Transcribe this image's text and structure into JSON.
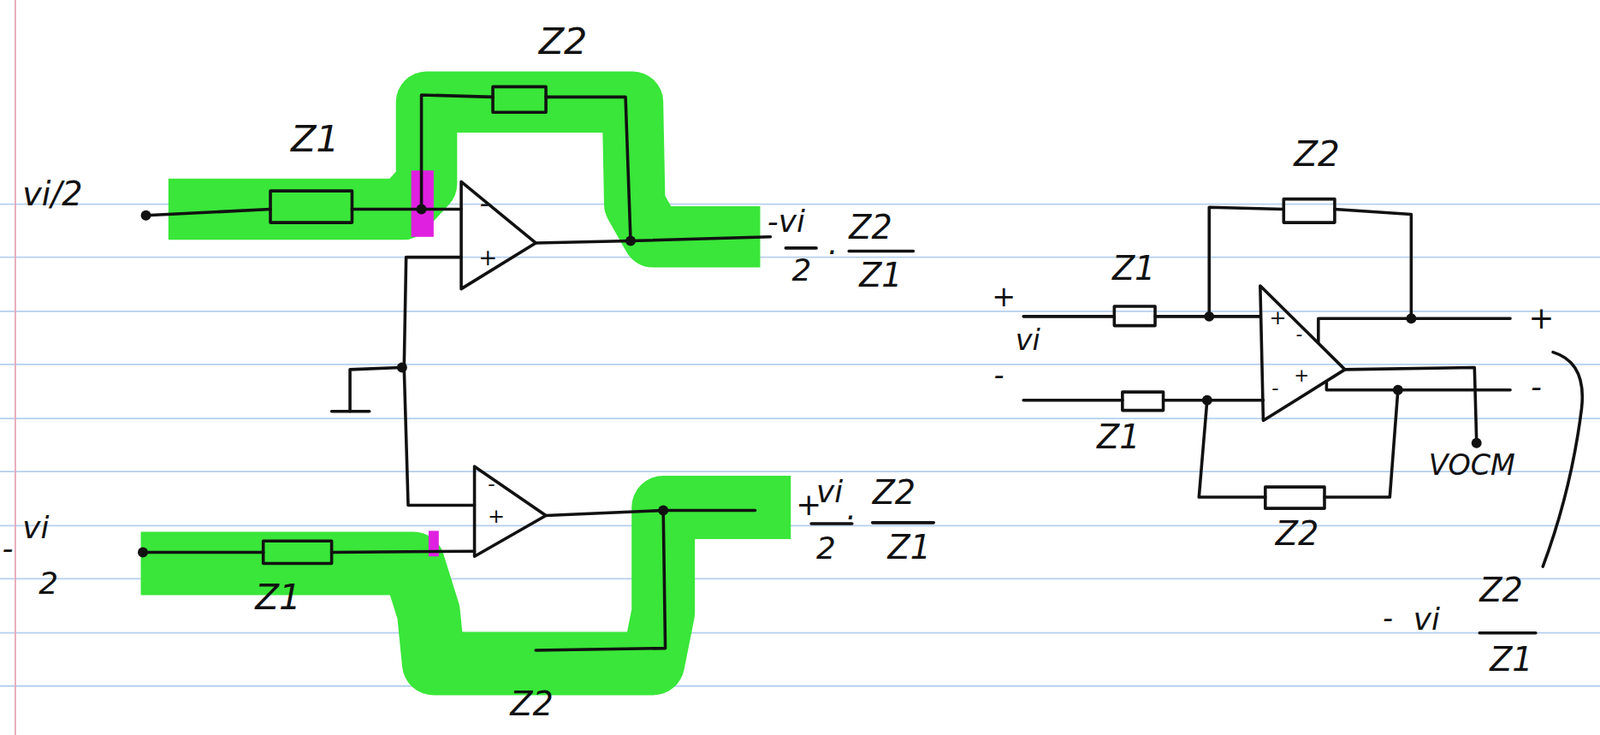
{
  "diagram": {
    "labels": [
      "Z2",
      "Z1",
      "vi/2",
      "-",
      "+",
      "-vi",
      "2",
      "·",
      "Z2",
      "Z1",
      "-",
      "+",
      "-",
      "vi",
      "2",
      "Z1",
      "Z2",
      "+",
      "vi",
      "2",
      "·",
      "Z2",
      "Z1",
      "Z2",
      "Z1",
      "+",
      "vi",
      "-",
      "+",
      "-",
      "-",
      "+",
      "Z1",
      "Z2",
      "VOCM",
      "+",
      "-",
      "-",
      "vi",
      "Z2",
      "Z1"
    ]
  }
}
